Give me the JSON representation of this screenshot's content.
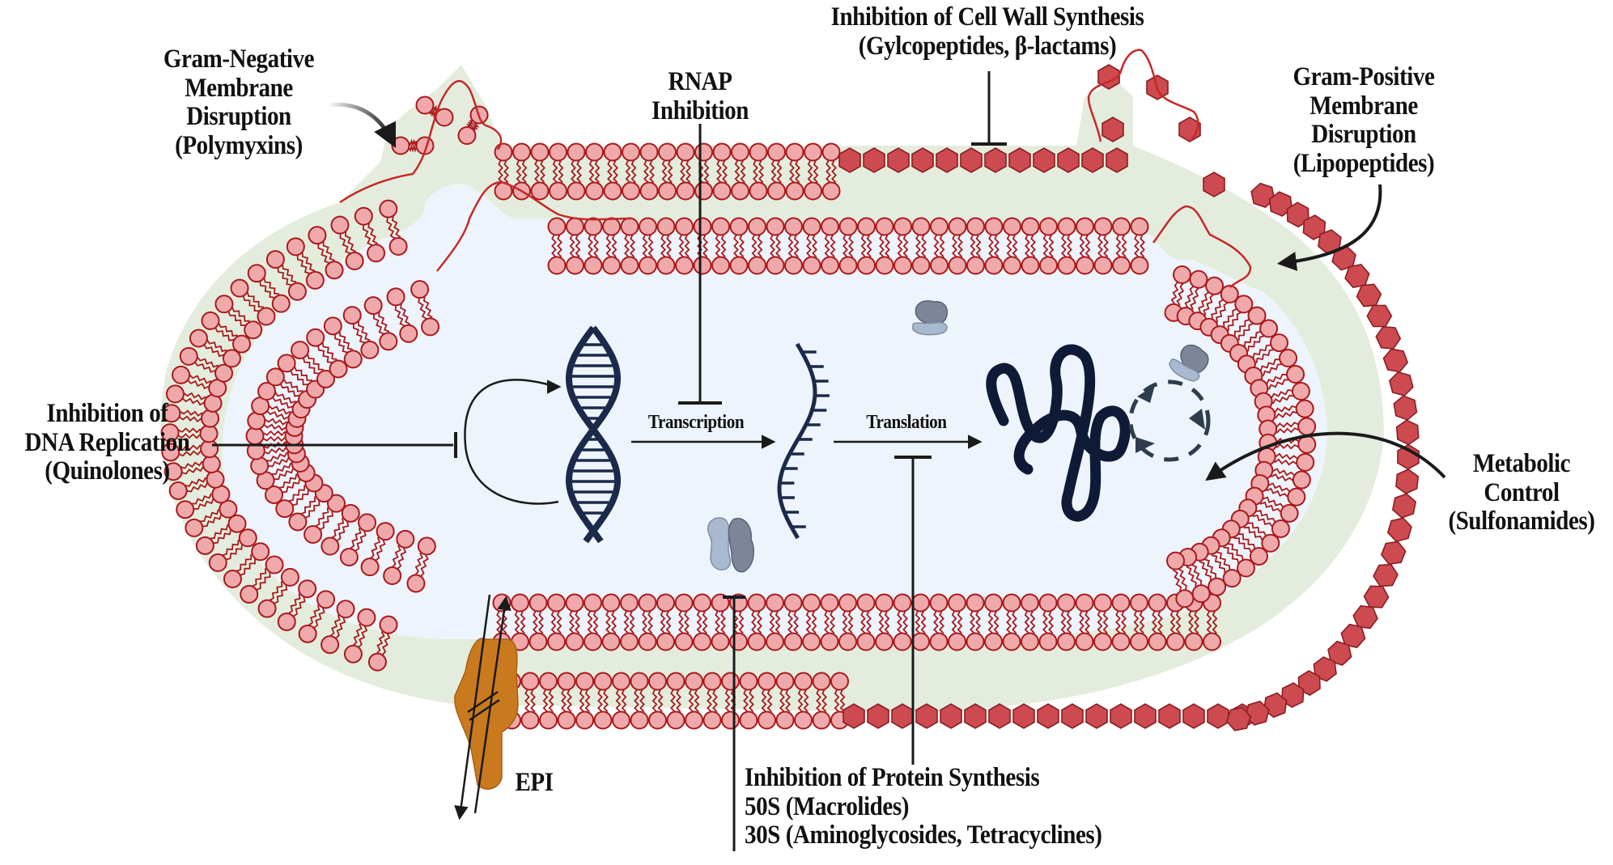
{
  "diagram": {
    "title": "Antibiotic mechanisms of action on a bacterial cell",
    "colors": {
      "cytoplasm": "#edf4fb",
      "periplasm": "#e4eddd",
      "lipid_head_fill": "#f0a9ab",
      "lipid_outline": "#a8191c",
      "peptidoglycan_fill": "#cc4a50",
      "peptidoglycan_outline": "#8a1e22",
      "ink": "#1a1a1a",
      "dna": "#1b2a4a",
      "protein": "#0e1a36",
      "ribosome_dark": "#7d8599",
      "ribosome_light": "#a9b9cf",
      "efflux_pump": "#c97a1e"
    },
    "labels": {
      "gram_negative": [
        "Gram-Negative",
        "Membrane",
        "Disruption",
        "(Polymyxins)"
      ],
      "rnap": [
        "RNAP",
        "Inhibition"
      ],
      "cell_wall": [
        "Inhibition of Cell Wall Synthesis",
        "(Gylcopeptides, β-lactams)"
      ],
      "gram_positive": [
        "Gram-Positive",
        "Membrane",
        "Disruption",
        "(Lipopeptides)"
      ],
      "dna_replication": [
        "Inhibition of",
        "DNA Replication",
        "(Quinolones)"
      ],
      "metabolic": [
        "Metabolic",
        "Control",
        "(Sulfonamides)"
      ],
      "protein_synthesis": [
        "Inhibition of Protein Synthesis",
        "50S (Macrolides)",
        "30S (Aminoglycosides, Tetracyclines)"
      ],
      "epi": "EPI",
      "transcription": "Transcription",
      "translation": "Translation"
    }
  }
}
